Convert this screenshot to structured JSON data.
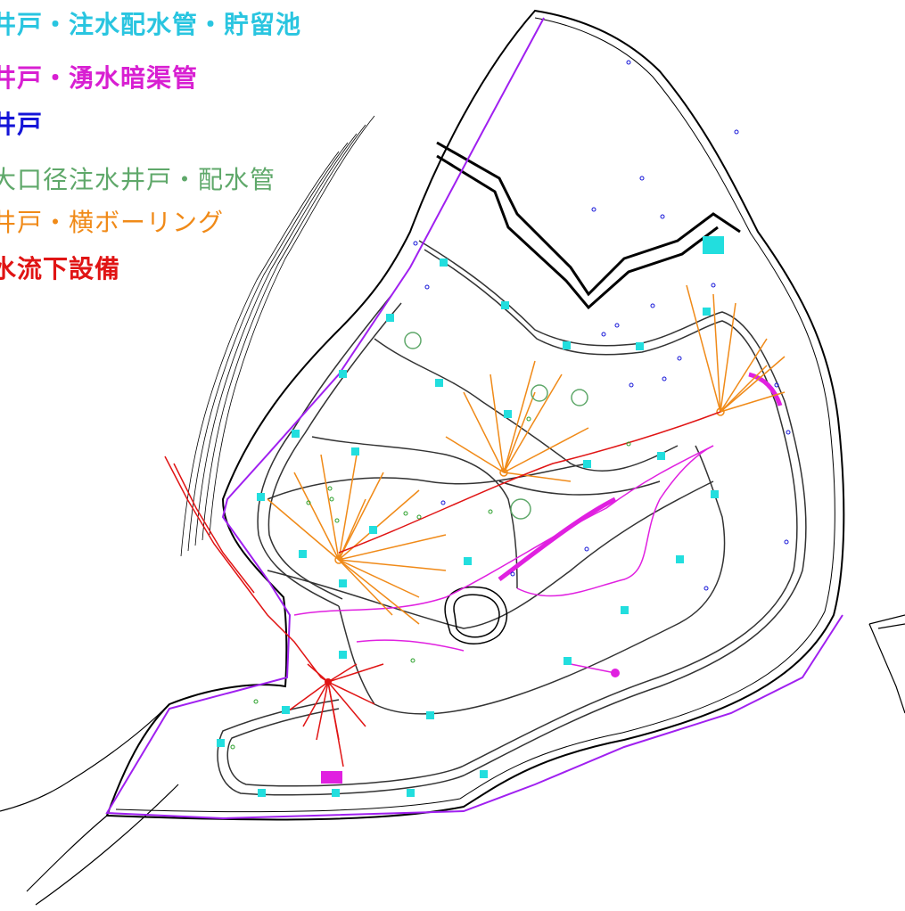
{
  "legend": {
    "items": [
      {
        "label": "井戸・注水配水管・貯留池",
        "color": "#29c5e0"
      },
      {
        "label": "井戸・湧水暗渠管",
        "color": "#d81fd2"
      },
      {
        "label": "井戸",
        "color": "#1515d8"
      },
      {
        "label": "大口径注水井戸・配水管",
        "color": "#5fa86a"
      },
      {
        "label": "井戸・横ボーリング",
        "color": "#f08a18"
      },
      {
        "label": "水流下設備",
        "color": "#e01414"
      }
    ]
  },
  "colors": {
    "boundary": "#000000",
    "road": "#333333",
    "marker": "#22dede",
    "purple_line": "#a020f0",
    "magenta": "#e020e0",
    "orange": "#f08a18",
    "red": "#e01414",
    "green": "#5fa86a",
    "blue": "#1515d8"
  }
}
